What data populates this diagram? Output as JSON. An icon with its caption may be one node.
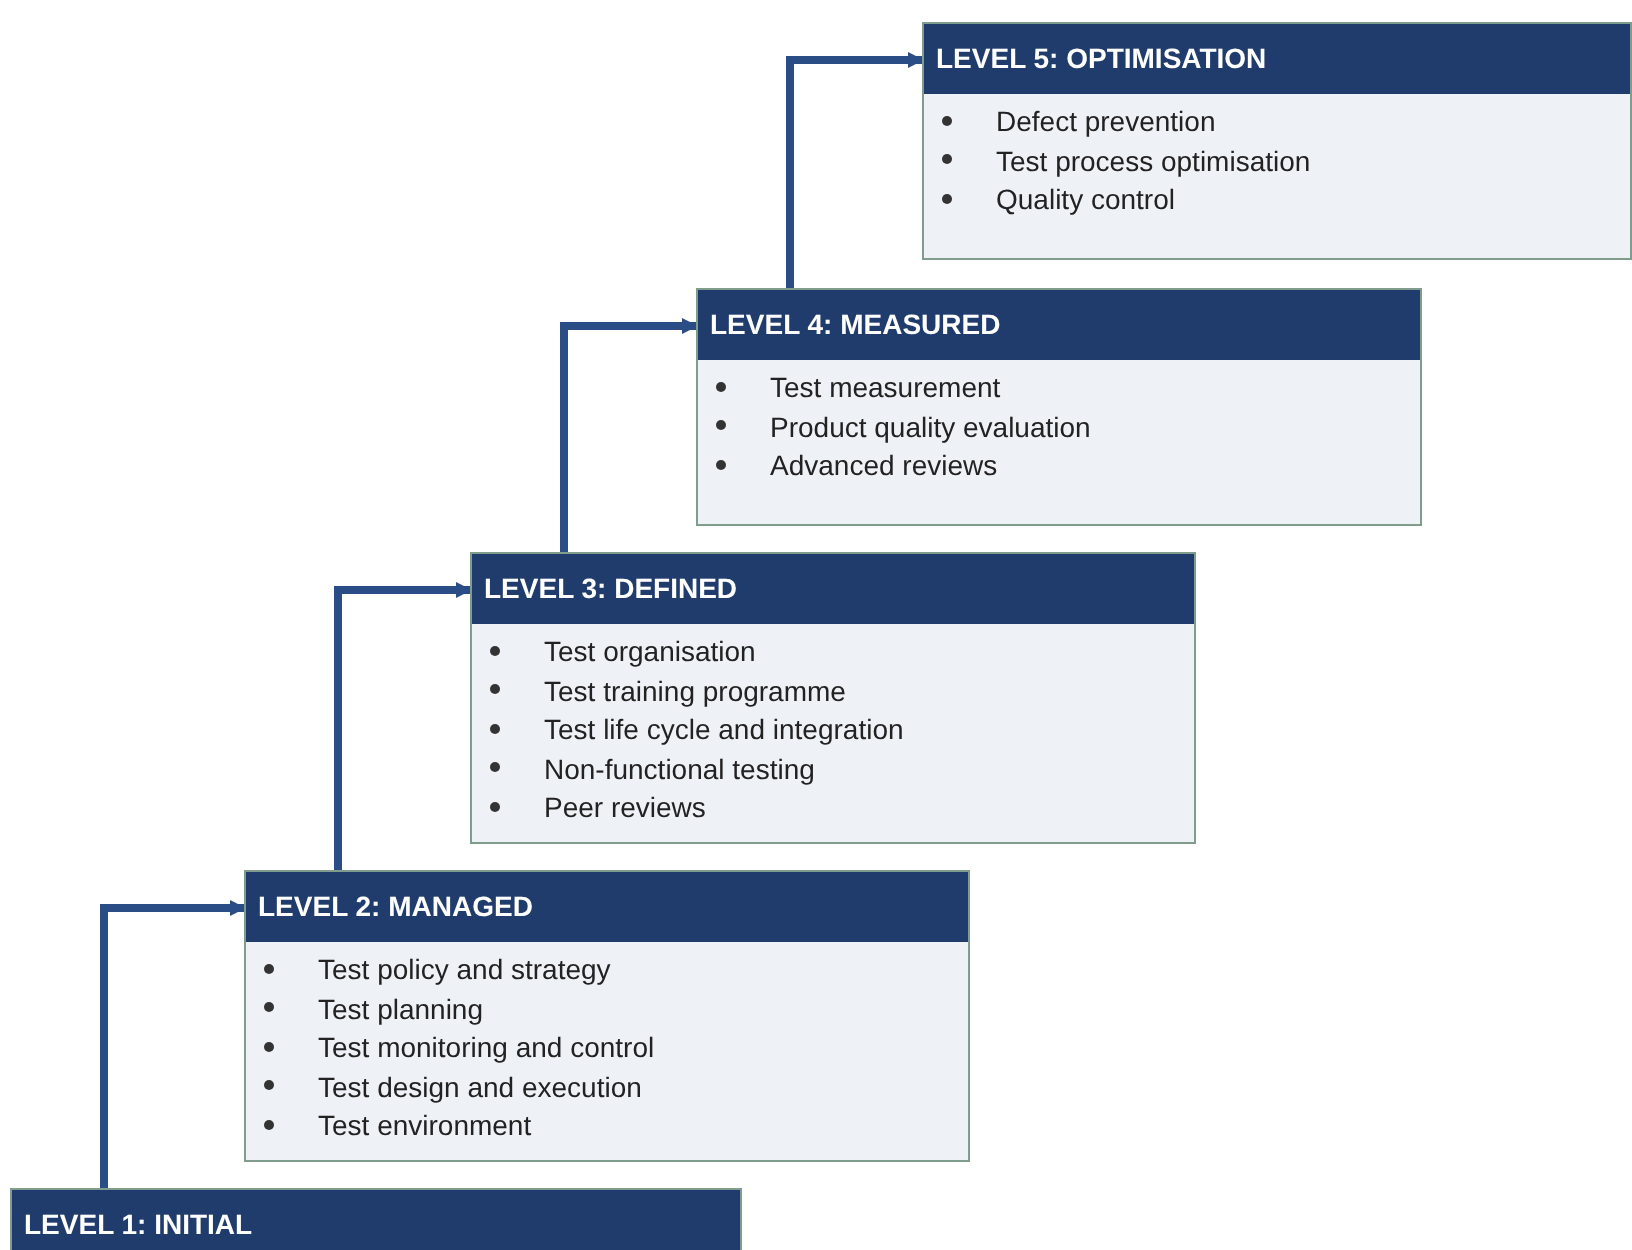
{
  "diagram": {
    "nodes": [
      {
        "text": [
          "LEVEL 1: INITIAL"
        ]
      },
      {
        "text": [
          "LEVEL 2: MANAGED",
          "Test policy and strategy",
          "Test planning",
          "Test monitoring and control",
          "Test design and execution",
          "Test environment"
        ]
      },
      {
        "text": [
          "LEVEL 3: DEFINED",
          "Test organisation",
          "Test training programme",
          "Test life cycle and integration",
          "Non-functional testing",
          "Peer reviews"
        ]
      },
      {
        "text": [
          "LEVEL 4: MEASURED",
          "Test measurement",
          "Product quality evaluation",
          "Advanced reviews"
        ]
      },
      {
        "text": [
          "LEVEL 5: OPTIMISATION",
          "Defect prevention",
          "Test process optimisation",
          "Quality control"
        ]
      }
    ],
    "edges": [
      {
        "from": 0,
        "to": 1,
        "arrow": "to"
      },
      {
        "from": 1,
        "to": 2,
        "arrow": "to"
      },
      {
        "from": 2,
        "to": 3,
        "arrow": "to"
      },
      {
        "from": 3,
        "to": 4,
        "arrow": "to"
      }
    ]
  }
}
